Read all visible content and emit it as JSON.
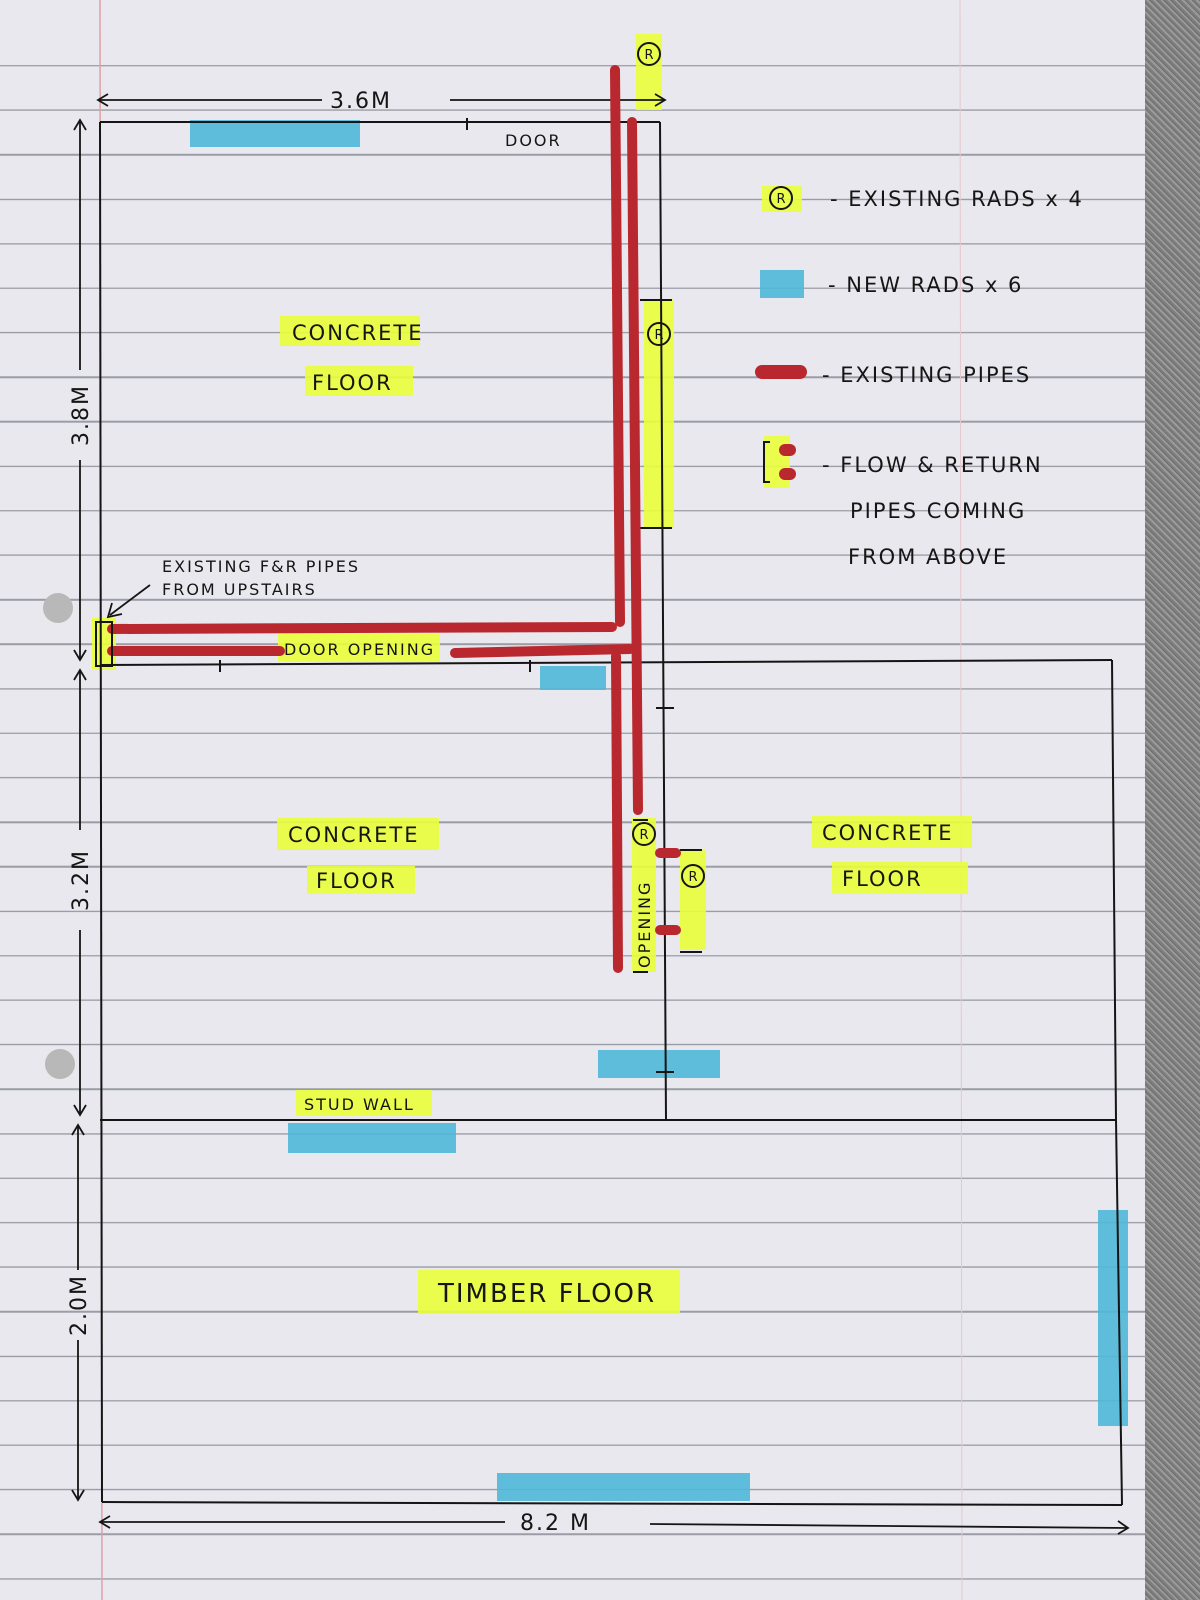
{
  "dimensions": {
    "top_width": "3.6M",
    "top_room_height": "3.8M",
    "middle_height": "3.2M",
    "bottom_height": "2.0M",
    "total_width": "8.2 M"
  },
  "labels": {
    "door": "DOOR",
    "top_room_floor_line1": "CONCRETE",
    "top_room_floor_line2": "FLOOR",
    "middle_left_floor_line1": "CONCRETE",
    "middle_left_floor_line2": "FLOOR",
    "middle_right_floor_line1": "CONCRETE",
    "middle_right_floor_line2": "FLOOR",
    "existing_pipes_note_line1": "EXISTING F&R PIPES",
    "existing_pipes_note_line2": "FROM UPSTAIRS",
    "door_opening": "DOOR OPENING",
    "opening": "OPENING",
    "stud_wall": "STUD WALL",
    "timber_floor": "TIMBER FLOOR",
    "rad_marker": "R"
  },
  "legend": {
    "existing_rads": "- EXISTING RADS x 4",
    "new_rads": "- NEW RADS x 6",
    "existing_pipes": "- EXISTING PIPES",
    "flow_return_line1": "- FLOW & RETURN",
    "flow_return_line2": "PIPES COMING",
    "flow_return_line3": "FROM ABOVE"
  },
  "colors": {
    "highlighter_yellow": "#eaff3a",
    "new_rad_blue": "#4fb8d8",
    "pipe_red": "#b8282e",
    "ink": "#151515"
  }
}
